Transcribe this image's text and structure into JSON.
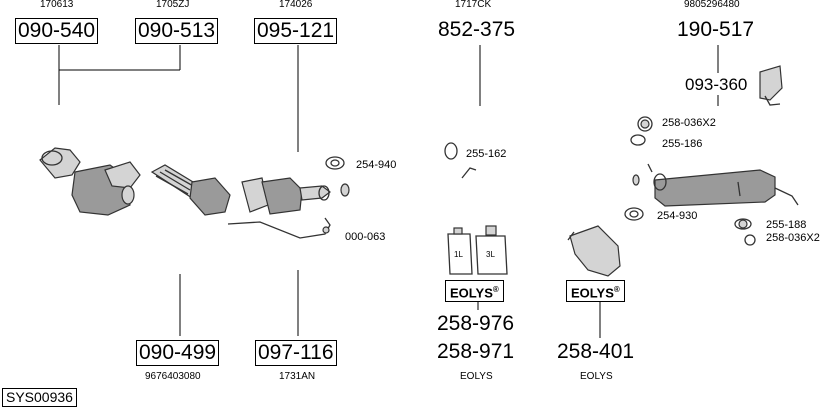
{
  "diagram_id": "SYS00936",
  "refs": {
    "r170613": "170613",
    "r1705ZJ": "1705ZJ",
    "r174026": "174026",
    "r1717CK": "1717CK",
    "r9805296480": "9805296480",
    "r9676403080": "9676403080",
    "r1731AN": "1731AN",
    "eolys_a": "EOLYS",
    "eolys_b": "EOLYS"
  },
  "parts": {
    "p090_540": "090-540",
    "p090_513": "090-513",
    "p095_121": "095-121",
    "p852_375": "852-375",
    "p190_517": "190-517",
    "p093_360": "093-360",
    "p090_499": "090-499",
    "p097_116": "097-116",
    "p258_976": "258-976",
    "p258_971": "258-971",
    "p258_401": "258-401"
  },
  "labels": {
    "l254_940": "254-940",
    "l255_162": "255-162",
    "l258_036x2_top": "258-036X2",
    "l255_186": "255-186",
    "l254_930": "254-930",
    "l255_188": "255-188",
    "l258_036x2_bottom": "258-036X2",
    "l000_063": "000-063"
  },
  "badges": {
    "eolys_left": "EOLYS",
    "eolys_right": "EOLYS",
    "reg": "®"
  },
  "can_labels": {
    "small": "1L",
    "large": "3L"
  }
}
